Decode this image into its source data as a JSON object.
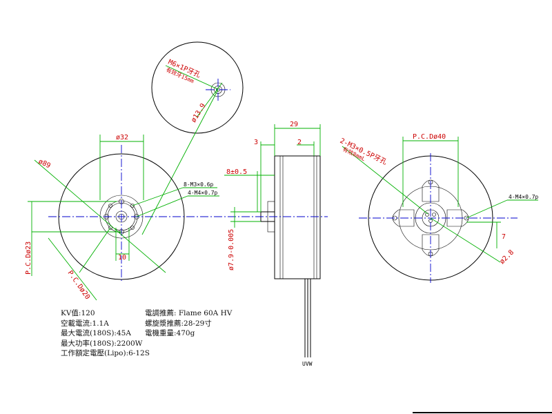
{
  "dimensions": {
    "shaft_thread": "M6×1P牙孔",
    "shaft_depth": "有效牙15mm",
    "dia_13_9": "ø13.9",
    "dia_32": "ø32",
    "dia_89": "ø89",
    "holes_m3": "8-M3×0.6p",
    "holes_m4_left": "4-M4×0.7p",
    "pcd_23": "P.C.Dø23",
    "pcd_20": "P.C.Dø20",
    "width_10": "10",
    "len_29": "29",
    "len_3": "3",
    "len_2": "2",
    "len_8": "8±0.5",
    "shaft_dia": "ø7.9-0.005",
    "holes_2m3": "2-M3×0.5P牙孔",
    "holes_2m3_depth": "有效8mmL",
    "pcd_40": "P.C.Dø40",
    "holes_m4_right": "4-M4×0.7p",
    "width_7": "7",
    "dia_2_8": "ø2.8",
    "wires": "UVW"
  },
  "specs": {
    "left": [
      "KV值:120",
      "空載電流:1.1A",
      "最大電流(180S):45A",
      "最大功率(180S):2200W",
      "工作額定電壓(Lipo):6-12S"
    ],
    "right": [
      "電調推薦: Flame 60A HV",
      "螺旋漿推薦:28-29寸",
      "電機重量:470g"
    ]
  },
  "colors": {
    "dimension_lines": "#00b000",
    "dimension_text": "#cc0000",
    "center_lines": "#0000cc",
    "outline": "#000000"
  }
}
